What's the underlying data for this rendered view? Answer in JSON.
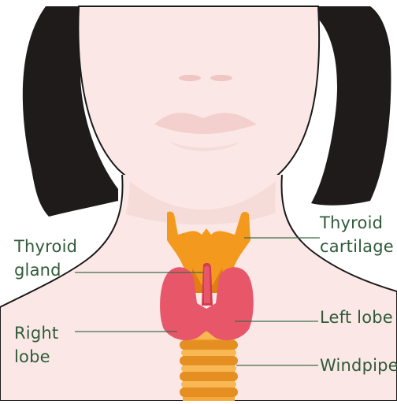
{
  "labels": {
    "thyroid_gland": [
      "Thyroid",
      "gland"
    ],
    "right_lobe": [
      "Right",
      "lobe"
    ],
    "thyroid_cartilage": [
      "Thyroid",
      "cartilage"
    ],
    "left_lobe": "Left lobe",
    "windpipe": "Windpipe"
  },
  "colors": {
    "hair": "#1f1b1b",
    "skin": "#fbe8e6",
    "skin_shadow": "#f3d0cd",
    "outline": "#1a1a1a",
    "cartilage": "#f39a1e",
    "cartilage_dark": "#e07f10",
    "thyroid": "#e8566a",
    "thyroid_dark": "#cf3c50",
    "trachea": "#f5a93a",
    "label_text": "#2f5b3a",
    "leader_line": "#3d6b48"
  }
}
